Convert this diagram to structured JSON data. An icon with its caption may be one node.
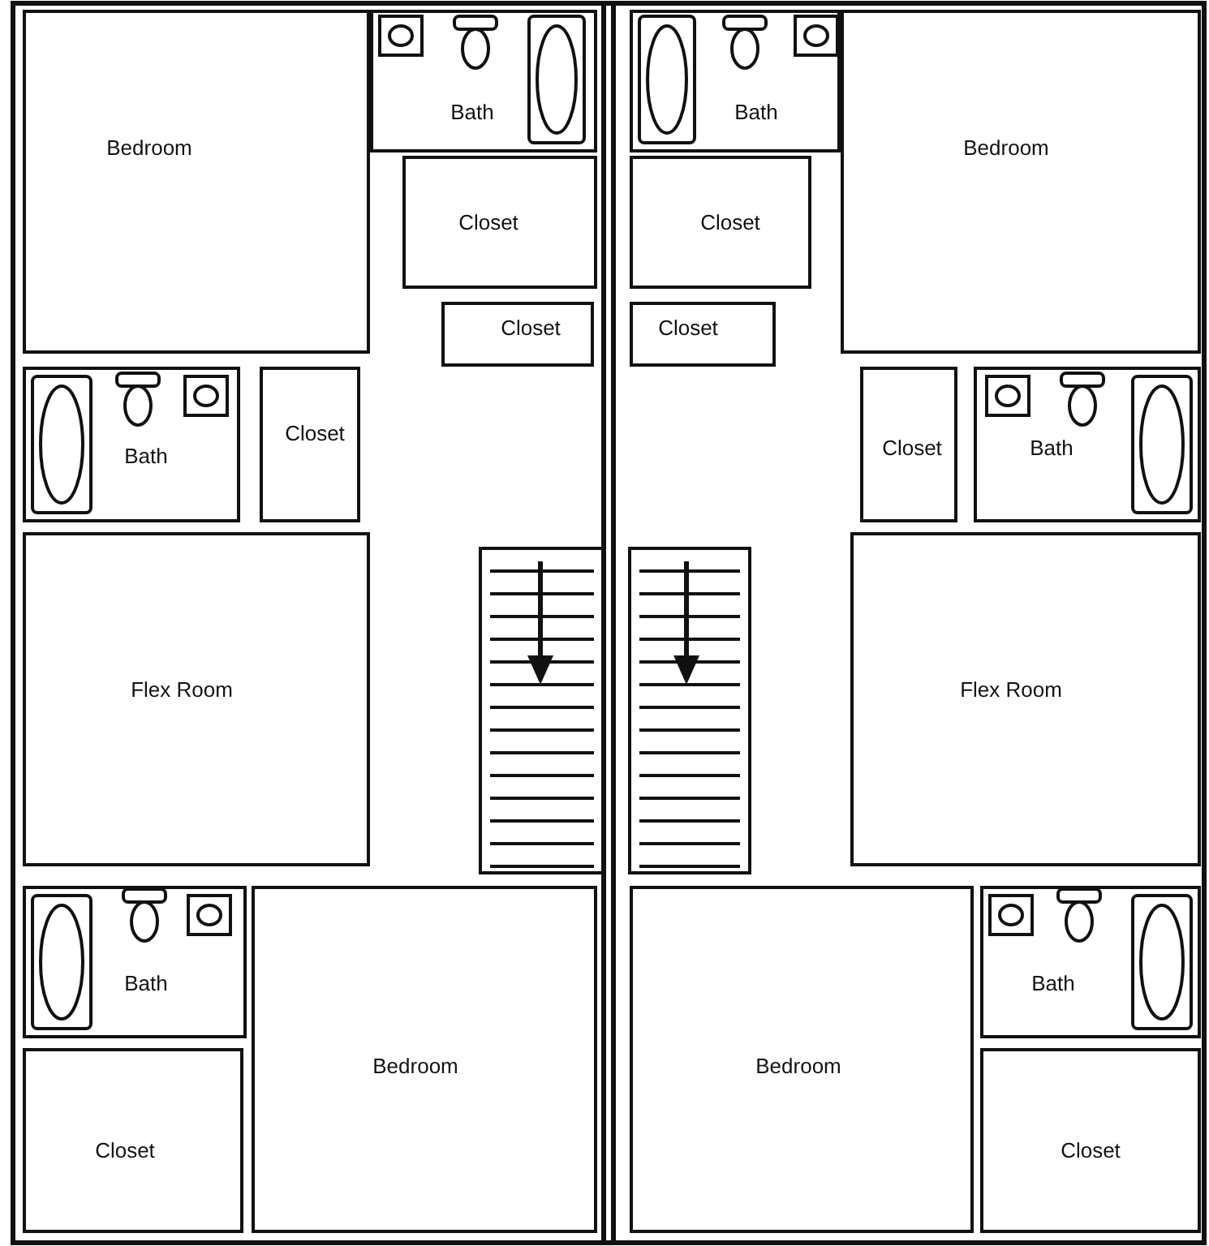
{
  "diagram": {
    "nodes": [
      {
        "text": [
          "Bedroom"
        ]
      },
      {
        "text": [
          "Bath"
        ]
      },
      {
        "text": [
          "Bath"
        ]
      },
      {
        "text": [
          "Bedroom"
        ]
      },
      {
        "text": [
          "Closet"
        ]
      },
      {
        "text": [
          "Closet"
        ]
      },
      {
        "text": [
          "Closet"
        ]
      },
      {
        "text": [
          "Closet"
        ]
      },
      {
        "text": [
          "Bath"
        ]
      },
      {
        "text": [
          "Closet"
        ]
      },
      {
        "text": [
          "Closet"
        ]
      },
      {
        "text": [
          "Bath"
        ]
      },
      {
        "text": [
          "Flex Room"
        ]
      },
      {
        "text": [
          "Flex Room"
        ]
      },
      {
        "text": [
          "Bath"
        ]
      },
      {
        "text": [
          "Bedroom"
        ]
      },
      {
        "text": [
          "Bedroom"
        ]
      },
      {
        "text": [
          "Bath"
        ]
      },
      {
        "text": [
          "Closet"
        ]
      },
      {
        "text": [
          "Closet"
        ]
      }
    ],
    "edges": []
  }
}
